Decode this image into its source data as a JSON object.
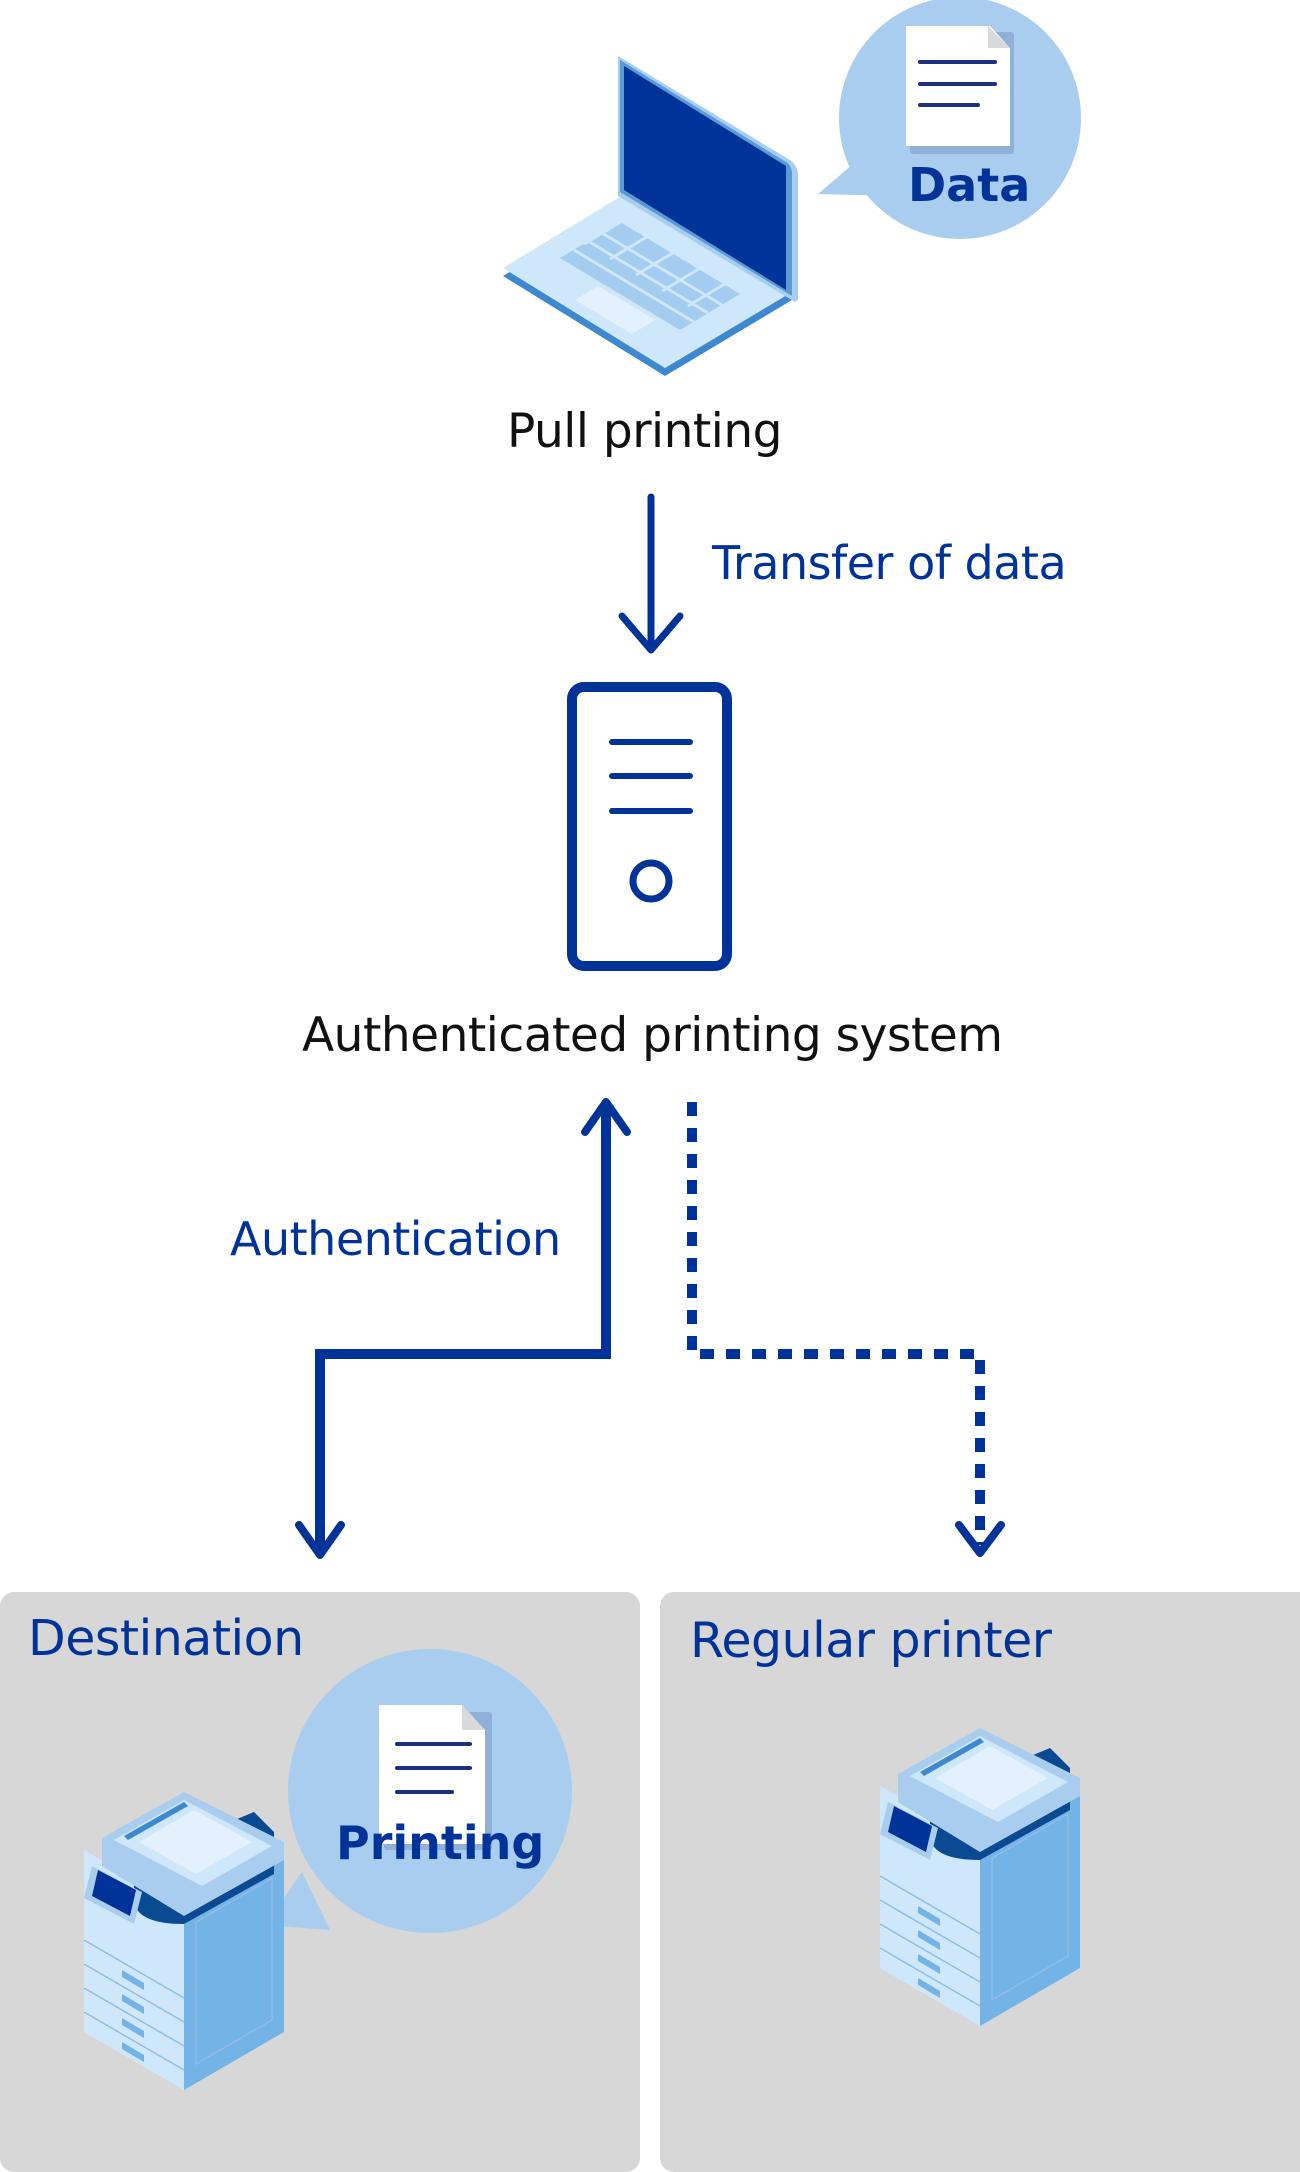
{
  "diagram": {
    "title": "Pull printing flow",
    "colors": {
      "primary_blue": "#003399",
      "light_blue": "#a9cdef",
      "device_light": "#cfe7fb",
      "device_mid": "#73b3e6",
      "device_dark": "#0a4a92",
      "box_gray": "#d7d7d7"
    },
    "nodes": {
      "laptop": {
        "icon": "laptop-icon",
        "label": "Pull printing",
        "bubble": {
          "icon": "document-icon",
          "label": "Data"
        }
      },
      "server": {
        "icon": "server-icon",
        "label": "Authenticated printing system"
      },
      "destination": {
        "title": "Destination",
        "icon": "multifunction-printer-icon",
        "bubble": {
          "icon": "document-icon",
          "label": "Printing"
        }
      },
      "regular_printer": {
        "title": "Regular printer",
        "icon": "multifunction-printer-icon"
      }
    },
    "edges": [
      {
        "from": "laptop",
        "to": "server",
        "label": "Transfer of data",
        "style": "solid"
      },
      {
        "from": "destination",
        "to": "server",
        "label": "Authentication",
        "style": "solid",
        "bidirectional": true
      },
      {
        "from": "server",
        "to": "regular_printer",
        "label": "",
        "style": "dotted"
      }
    ]
  }
}
